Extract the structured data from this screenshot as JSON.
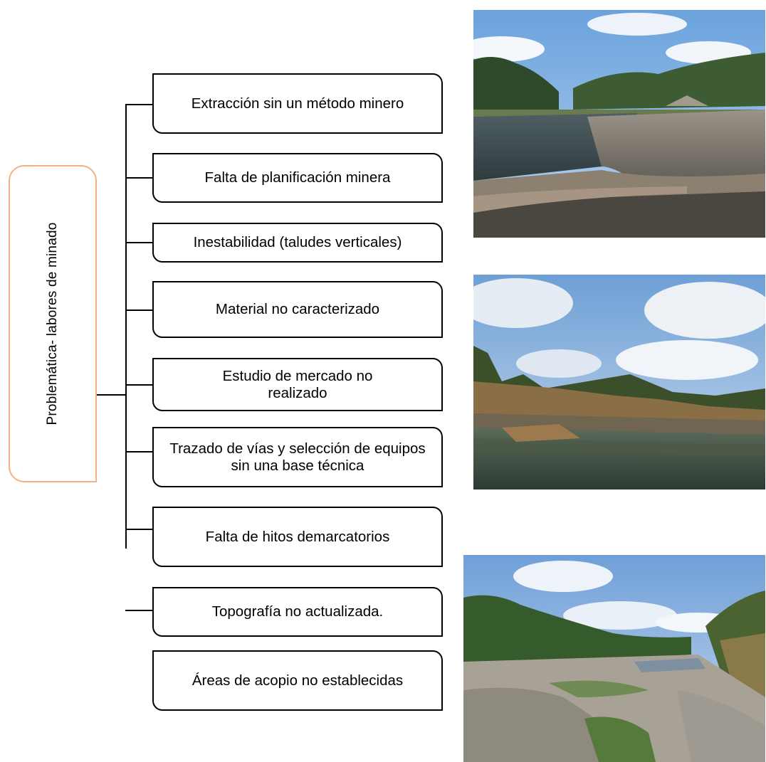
{
  "root": {
    "label": "Problemática- labores de minado",
    "border_color": "#f4b183"
  },
  "items": [
    {
      "label": "Extracción sin un método minero"
    },
    {
      "label": "Falta de planificación minera"
    },
    {
      "label": "Inestabilidad (taludes verticales)"
    },
    {
      "label": "Material no caracterizado"
    },
    {
      "label": "Estudio de mercado no realizado"
    },
    {
      "label": "Trazado de vías y selección de equipos sin una base técnica"
    },
    {
      "label": "Falta de hitos demarcatorios"
    },
    {
      "label": "Topografía no actualizada."
    },
    {
      "label": "Áreas de acopio no establecidas"
    }
  ],
  "photos": [
    {
      "name": "river-gravel-bed-photo"
    },
    {
      "name": "riverbank-vegetation-photo"
    },
    {
      "name": "dry-riverbed-photo"
    }
  ]
}
